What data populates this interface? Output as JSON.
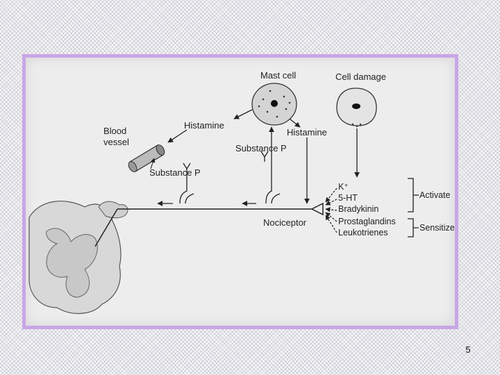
{
  "diagram": {
    "nodes": {
      "mast_cell": "Mast cell",
      "cell_damage": "Cell damage",
      "histamine_left": "Histamine",
      "histamine_right": "Histamine",
      "blood_vessel": [
        "Blood",
        "vessel"
      ],
      "substance_p_center": "Substance P",
      "substance_p_left": "Substance P",
      "nociceptor": "Nociceptor"
    },
    "mediators": [
      "K⁺",
      "5-HT",
      "Bradykinin",
      "Prostaglandins",
      "Leukotrienes"
    ],
    "brackets": {
      "activate": "Activate",
      "sensitize": "Sensitize"
    }
  },
  "page": {
    "number": "5"
  },
  "colors": {
    "frame": "#c9a6e6",
    "panel": "#ededed"
  }
}
